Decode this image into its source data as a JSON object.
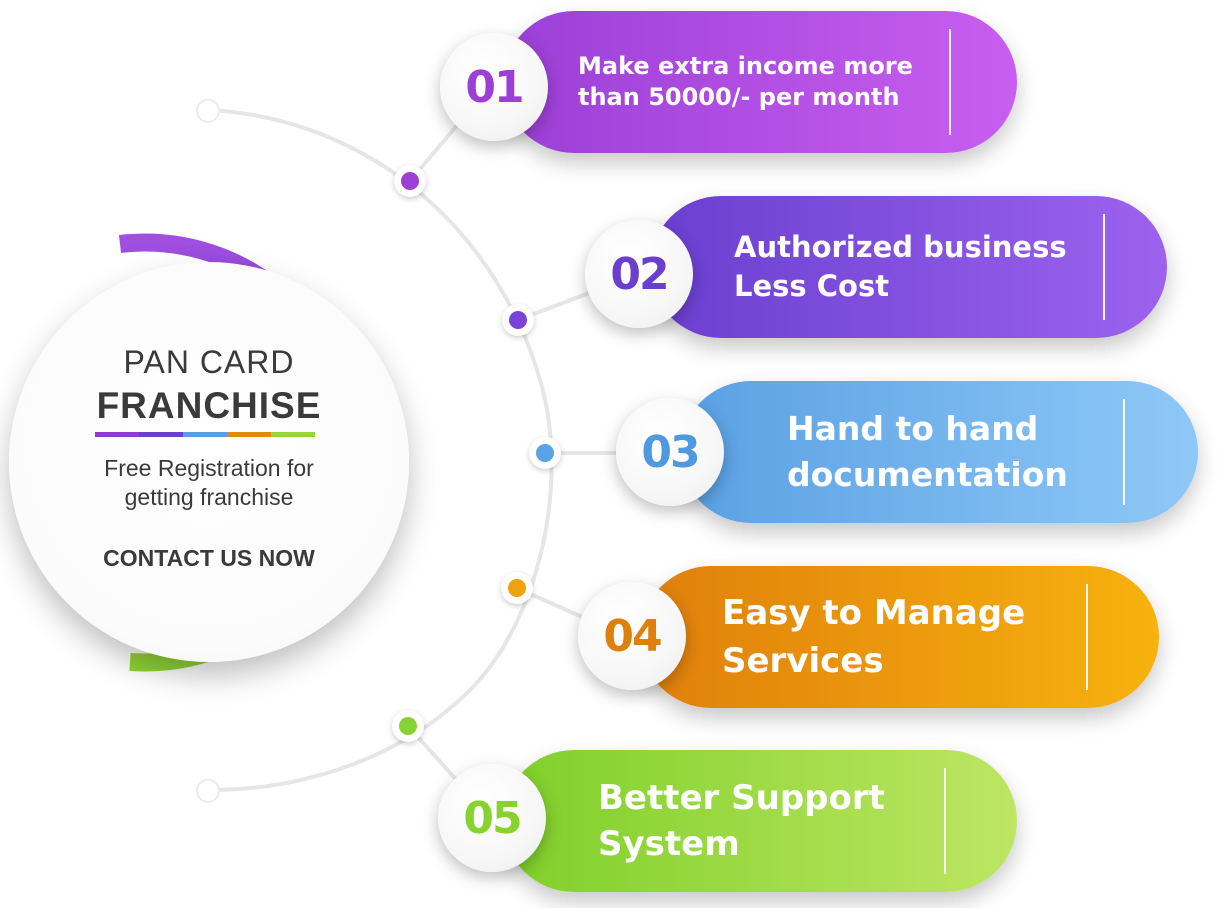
{
  "center": {
    "title_line1": "PAN CARD",
    "title_line2": "FRANCHISE",
    "subtitle_line1": "Free Registration for",
    "subtitle_line2": "getting franchise",
    "cta": "CONTACT US NOW",
    "bar_colors": [
      "#8e3bd4",
      "#6a3fd0",
      "#5b9ee4",
      "#e08a0c",
      "#97d637"
    ]
  },
  "items": [
    {
      "number": "01",
      "line1": "Make extra income more",
      "line2": "than 50000/- per month",
      "color_from": "#9b3fd6",
      "color_to": "#c85ef0",
      "num_color": "#9b3fd6",
      "dot_color": "#9b3fd6"
    },
    {
      "number": "02",
      "line1": "Authorized business",
      "line2": "Less Cost",
      "color_from": "#6a3fd0",
      "color_to": "#9c62ee",
      "num_color": "#6a3fd0",
      "dot_color": "#7a45d6"
    },
    {
      "number": "03",
      "line1": "Hand to hand",
      "line2": "documentation",
      "color_from": "#5aa0e3",
      "color_to": "#8ec8f7",
      "num_color": "#4f99e0",
      "dot_color": "#5aa3e6"
    },
    {
      "number": "04",
      "line1": "Easy to Manage",
      "line2": "Services",
      "color_from": "#e07f0c",
      "color_to": "#f7b20e",
      "num_color": "#e0800c",
      "dot_color": "#f0a10f"
    },
    {
      "number": "05",
      "line1": "Better Support",
      "line2": "System",
      "color_from": "#7fcf2a",
      "color_to": "#bde663",
      "num_color": "#88d22f",
      "dot_color": "#86d232"
    }
  ]
}
